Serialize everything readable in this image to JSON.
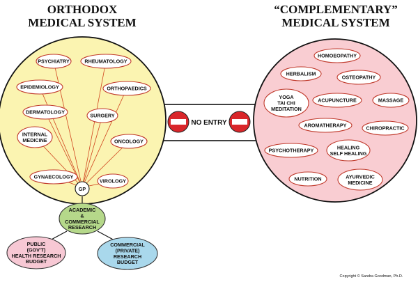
{
  "titles": {
    "orthodox_line1": "ORTHODOX",
    "orthodox_line2": "MEDICAL SYSTEM",
    "complementary_line1": "“COMPLEMENTARY”",
    "complementary_line2": "MEDICAL SYSTEM"
  },
  "orthodox": {
    "hub": "GP",
    "specialties": [
      {
        "key": "psychiatry",
        "lines": [
          "PSYCHIATRY"
        ]
      },
      {
        "key": "rheumatology",
        "lines": [
          "RHEUMATOLOGY"
        ]
      },
      {
        "key": "epidemiology",
        "lines": [
          "EPIDEMIOLOGY"
        ]
      },
      {
        "key": "orthopaedics",
        "lines": [
          "ORTHOPAEDICS"
        ]
      },
      {
        "key": "dermatology",
        "lines": [
          "DERMATOLOGY"
        ]
      },
      {
        "key": "surgery",
        "lines": [
          "SURGERY"
        ]
      },
      {
        "key": "internal-medicine",
        "lines": [
          "INTERNAL",
          "MEDICINE"
        ]
      },
      {
        "key": "oncology",
        "lines": [
          "ONCOLOGY"
        ]
      },
      {
        "key": "gynaecology",
        "lines": [
          "GYNAECOLOGY"
        ]
      },
      {
        "key": "virology",
        "lines": [
          "VIROLOGY"
        ]
      }
    ]
  },
  "bridge": {
    "label": "NO ENTRY"
  },
  "complementary": {
    "therapies": [
      {
        "key": "homoeopathy",
        "lines": [
          "HOMOEOPATHY"
        ]
      },
      {
        "key": "herbalism",
        "lines": [
          "HERBALISM"
        ]
      },
      {
        "key": "osteopathy",
        "lines": [
          "OSTEOPATHY"
        ]
      },
      {
        "key": "yoga",
        "lines": [
          "YOGA",
          "TAI CHI",
          "MEDITATION"
        ]
      },
      {
        "key": "acupuncture",
        "lines": [
          "ACUPUNCTURE"
        ]
      },
      {
        "key": "massage",
        "lines": [
          "MASSAGE"
        ]
      },
      {
        "key": "aromatherapy",
        "lines": [
          "AROMATHERAPY"
        ]
      },
      {
        "key": "chiropractic",
        "lines": [
          "CHIROPRACTIC"
        ]
      },
      {
        "key": "psychotherapy",
        "lines": [
          "PSYCHOTHERAPY"
        ]
      },
      {
        "key": "healing",
        "lines": [
          "HEALING",
          "SELF HEALING"
        ]
      },
      {
        "key": "nutrition",
        "lines": [
          "NUTRITION"
        ]
      },
      {
        "key": "ayurvedic",
        "lines": [
          "AYURVEDIC",
          "MEDICINE"
        ]
      }
    ]
  },
  "funding": [
    {
      "key": "academic",
      "lines": [
        "ACADEMIC",
        "&",
        "COMMERCIAL",
        "RESEARCH"
      ]
    },
    {
      "key": "public",
      "lines": [
        "PUBLIC",
        "(GOV'T)",
        "HEALTH RESEARCH",
        "BUDGET"
      ]
    },
    {
      "key": "commercial",
      "lines": [
        "COMMERCIAL",
        "(PRIVATE)",
        "RESEARCH",
        "BUDGET"
      ]
    }
  ],
  "copyright": "Copyright © Sandra Goodman, Ph.D.",
  "colors": {
    "orthodox_fill": "#fbf4b1",
    "complementary_fill": "#f9cdd2",
    "bubble_border": "#c0392b",
    "spoke": "#d0451f",
    "academic_fill": "#b5d88a",
    "public_fill": "#f7c8d4",
    "commercial_fill": "#a9d8ec",
    "sign_red": "#d9262a"
  }
}
